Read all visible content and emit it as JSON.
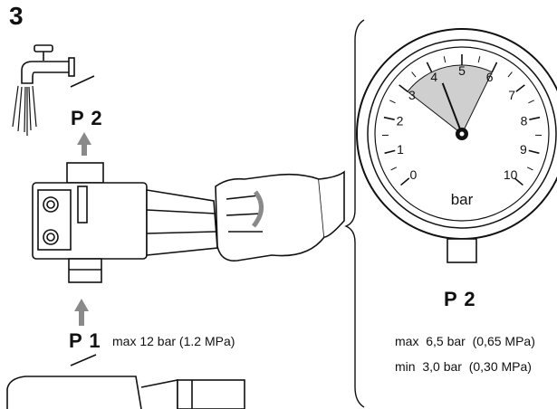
{
  "figure": {
    "step_number": "3",
    "outlet_label": "P 2",
    "inlet_label": "P 1",
    "inlet_spec": "max 12 bar  (1.2 MPa)",
    "gauge_label": "P 2",
    "settings": [
      {
        "kind": "max",
        "bar": "6,5 bar",
        "mpa": "(0,65 MPa)"
      },
      {
        "kind": "min",
        "bar": "3,0 bar",
        "mpa": "(0,30 MPa)"
      }
    ]
  },
  "gauge": {
    "unit": "bar",
    "ticks": [
      "0",
      "1",
      "2",
      "3",
      "4",
      "5",
      "6",
      "7",
      "8",
      "9",
      "10"
    ],
    "min_value": 0,
    "max_value": 10,
    "shaded_range": [
      3,
      6
    ],
    "needle_value": 4.2,
    "colors": {
      "shade": "#cfcfcf",
      "arrow": "#8a8a8a",
      "ink": "#111111"
    }
  }
}
